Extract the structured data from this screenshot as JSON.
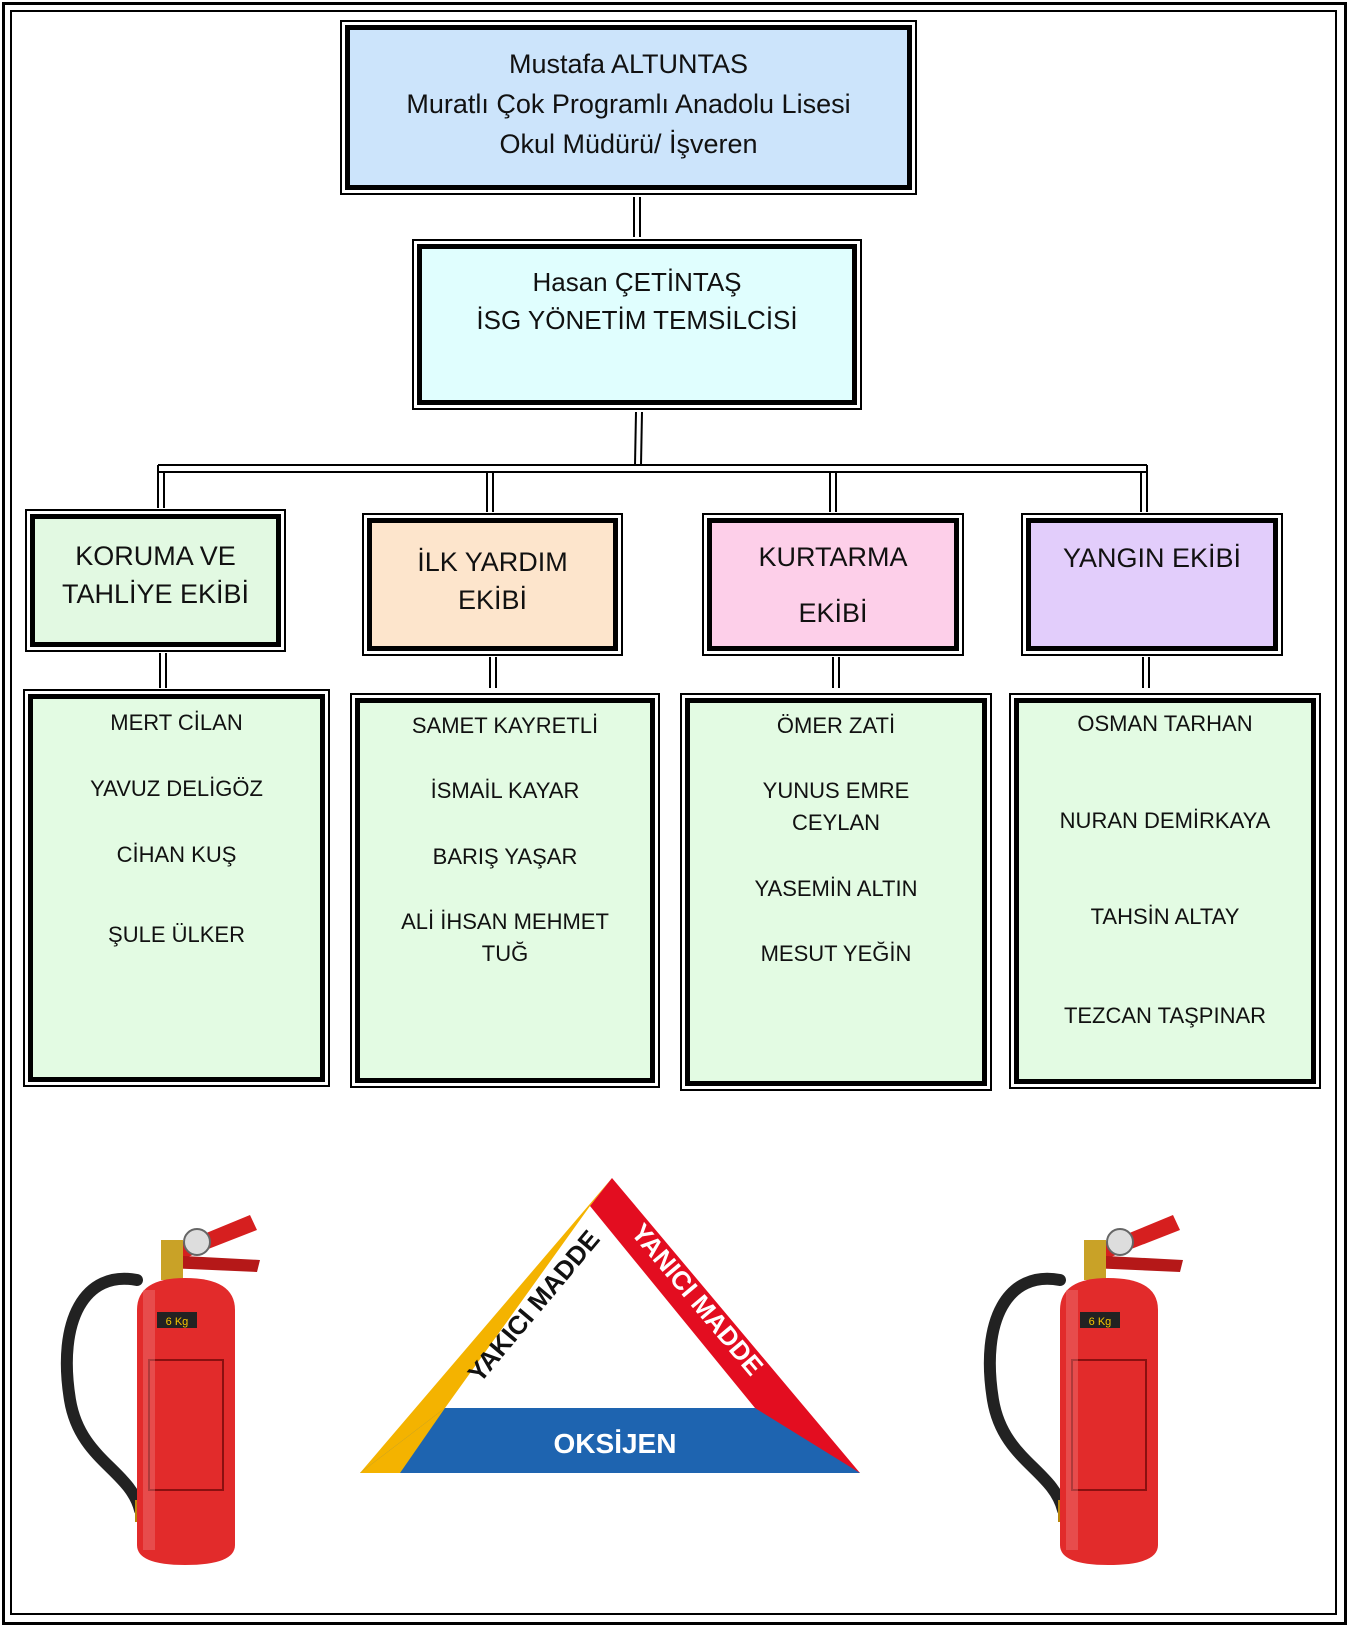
{
  "top": {
    "name": "Mustafa ALTUNTAS",
    "school": "Muratlı Çok Programlı Anadolu Lisesi",
    "role": "Okul Müdürü/ İşveren",
    "color": "#cce4fb"
  },
  "rep": {
    "name": "Hasan ÇETİNTAŞ",
    "role": "İSG YÖNETİM TEMSİLCİSİ",
    "color": "#e0fefe"
  },
  "teams": [
    {
      "line1": "KORUMA VE",
      "line2": "TAHLİYE  EKİBİ",
      "color": "#e2f9e2",
      "members": [
        "MERT CİLAN",
        "YAVUZ DELİGÖZ",
        "CİHAN KUŞ",
        "ŞULE ÜLKER"
      ]
    },
    {
      "line1": "İLK YARDIM",
      "line2": "EKİBİ",
      "color": "#fde5cc",
      "members": [
        "SAMET KAYRETLİ",
        "İSMAİL KAYAR",
        "BARIŞ YAŞAR",
        "ALİ İHSAN MEHMET",
        "TUĞ"
      ]
    },
    {
      "line1": "KURTARMA",
      "line2": "EKİBİ",
      "color": "#fdcfe9",
      "members": [
        "ÖMER ZATİ",
        "YUNUS EMRE",
        "CEYLAN",
        "YASEMİN ALTIN",
        "MESUT YEĞİN"
      ]
    },
    {
      "line1": "YANGIN EKİBİ",
      "line2": "",
      "color": "#e2cdfb",
      "members": [
        "OSMAN TARHAN",
        "NURAN DEMİRKAYA",
        "TAHSİN ALTAY",
        "TEZCAN TAŞPINAR"
      ]
    }
  ],
  "member_bg": "#e3fbe3",
  "fire_triangle": {
    "left_label": "YAKICI MADDE",
    "right_label": "YANICI MADDE",
    "bottom_label": "OKSİJEN",
    "left_color": "#f4b300",
    "right_color": "#e30d20",
    "bottom_color": "#1e64b0"
  },
  "extinguisher": {
    "label": "6 Kg",
    "color": "#e22b2b",
    "count": 2
  }
}
